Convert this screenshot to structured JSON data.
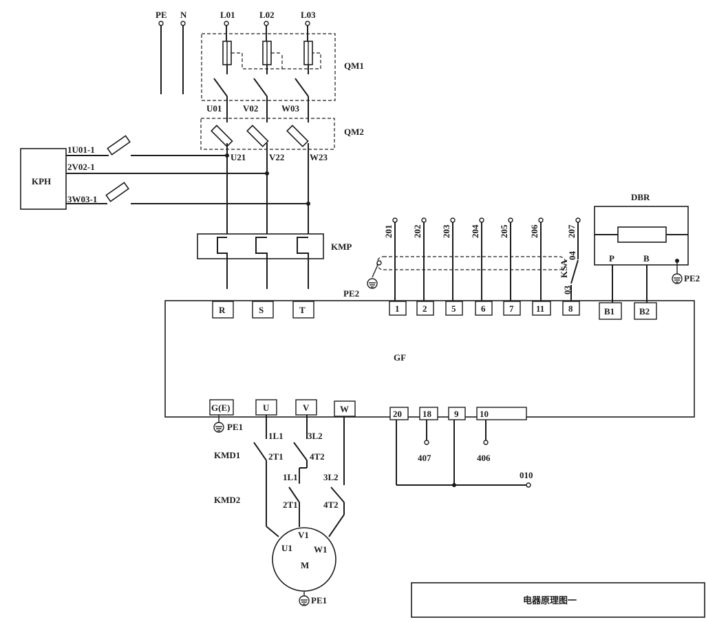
{
  "supply": {
    "pe": "PE",
    "n": "N",
    "l01": "L01",
    "l02": "L02",
    "l03": "L03"
  },
  "qm1": {
    "name": "QM1",
    "out_u": "U01",
    "out_v": "V02",
    "out_w": "W03"
  },
  "qm2": {
    "name": "QM2",
    "out_u": "U21",
    "out_v": "V22",
    "out_w": "W23"
  },
  "kph": {
    "name": "KPH",
    "wire_1": "1U01-1",
    "wire_2": "2V02-1",
    "wire_3": "3W03-1"
  },
  "kmp": {
    "name": "KMP"
  },
  "control": {
    "wires": [
      "201",
      "202",
      "203",
      "204",
      "205",
      "206",
      "207"
    ],
    "ksa": "KSA",
    "ksa_top": "04",
    "ksa_bottom": "03",
    "shield_ground": "PE2"
  },
  "dbr": {
    "name": "DBR",
    "p": "P",
    "b": "B",
    "ground": "PE2"
  },
  "inverter": {
    "name": "GF",
    "top_terminals": [
      "R",
      "S",
      "T",
      "1",
      "2",
      "5",
      "6",
      "7",
      "11",
      "8",
      "B1",
      "B2"
    ],
    "bottom_terminals": [
      "G(E)",
      "U",
      "V",
      "W",
      "20",
      "18",
      "9",
      "10"
    ],
    "ground": "PE1"
  },
  "output": {
    "kmd1": "KMD1",
    "kmd2": "KMD2",
    "wire_1l1": "1L1",
    "wire_3l2": "3L2",
    "wire_2t1": "2T1",
    "wire_4t2": "4T2",
    "wire_1l1_b": "1L1",
    "wire_3l2_b": "3L2",
    "wire_2t1_b": "2T1",
    "wire_4t2_b": "4T2"
  },
  "motor": {
    "name": "M",
    "u1": "U1",
    "v1": "V1",
    "w1": "W1",
    "ground": "PE1"
  },
  "signals": {
    "t407": "407",
    "t406": "406",
    "t010": "010"
  },
  "title_block": {
    "title": "电器原理图一"
  }
}
